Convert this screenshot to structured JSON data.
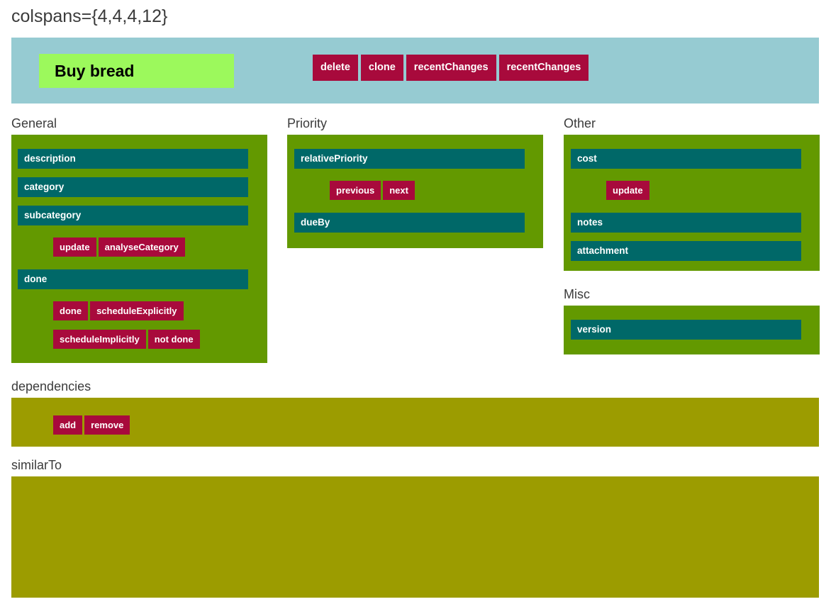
{
  "page": {
    "title": "colspans={4,4,4,12}"
  },
  "colors": {
    "header_band": "#96cbd2",
    "task_title": "#9cf95c",
    "panel_green": "#639900",
    "panel_olive": "#9c9c00",
    "field_teal": "#006868",
    "button_crimson": "#a80a3c",
    "text_dark": "#3b3b3b",
    "text_light": "#ffffff"
  },
  "header": {
    "task_title": "Buy bread",
    "actions": [
      {
        "label": "delete"
      },
      {
        "label": "clone"
      },
      {
        "label": "recentChanges"
      },
      {
        "label": "recentChanges"
      }
    ]
  },
  "columns": [
    {
      "label": "General",
      "fields": [
        {
          "label": "description"
        },
        {
          "label": "category"
        },
        {
          "label": "subcategory"
        }
      ],
      "buttons_1": [
        {
          "label": "update"
        },
        {
          "label": "analyseCategory"
        }
      ],
      "field_done": {
        "label": "done"
      },
      "buttons_2": [
        {
          "label": "done"
        },
        {
          "label": "scheduleExplicitly"
        }
      ],
      "buttons_3": [
        {
          "label": "scheduleImplicitly"
        },
        {
          "label": "not done"
        }
      ]
    },
    {
      "label": "Priority",
      "fields": [
        {
          "label": "relativePriority"
        }
      ],
      "buttons_1": [
        {
          "label": "previous"
        },
        {
          "label": "next"
        }
      ],
      "field_dueby": {
        "label": "dueBy"
      }
    },
    {
      "label": "Other",
      "fields": [
        {
          "label": "cost"
        }
      ],
      "buttons_1": [
        {
          "label": "update"
        }
      ],
      "fields_2": [
        {
          "label": "notes"
        },
        {
          "label": "attachment"
        }
      ]
    }
  ],
  "misc": {
    "label": "Misc",
    "fields": [
      {
        "label": "version"
      }
    ]
  },
  "dependencies": {
    "label": "dependencies",
    "buttons": [
      {
        "label": "add"
      },
      {
        "label": "remove"
      }
    ]
  },
  "similar_to": {
    "label": "similarTo"
  }
}
